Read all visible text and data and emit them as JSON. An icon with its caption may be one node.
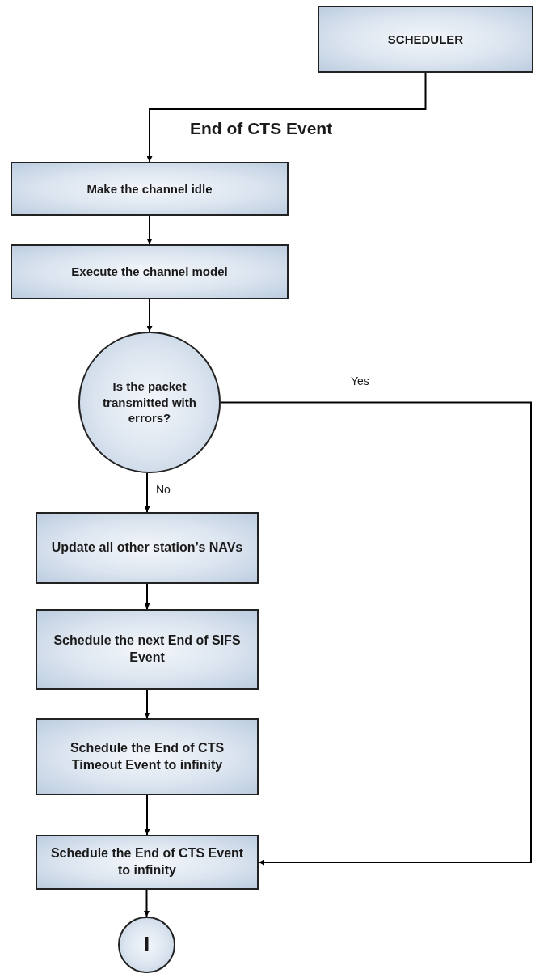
{
  "diagram": {
    "nodes": [
      {
        "text": [
          "SCHEDULER"
        ]
      },
      {
        "text": [
          "Make the channel idle"
        ]
      },
      {
        "text": [
          "Execute the channel model"
        ]
      },
      {
        "text": [
          "Is the packet transmitted with errors?"
        ]
      },
      {
        "text": [
          "Update all other station’s NAVs"
        ]
      },
      {
        "text": [
          "Schedule the next End of SIFS Event"
        ]
      },
      {
        "text": [
          "Schedule the End of CTS Timeout Event to infinity"
        ]
      },
      {
        "text": [
          "Schedule the End of CTS Event to infinity"
        ]
      },
      {
        "text": [
          "I"
        ]
      }
    ],
    "edges": [
      {
        "from": 0,
        "to": 1,
        "arrow": "to",
        "label": "End of CTS Event"
      },
      {
        "from": 1,
        "to": 2,
        "arrow": "to"
      },
      {
        "from": 2,
        "to": 3,
        "arrow": "to"
      },
      {
        "from": 3,
        "to": 4,
        "arrow": "to",
        "label": "No"
      },
      {
        "from": 3,
        "to": 7,
        "arrow": "to",
        "label": "Yes"
      },
      {
        "from": 4,
        "to": 5,
        "arrow": "to"
      },
      {
        "from": 5,
        "to": 6,
        "arrow": "to"
      },
      {
        "from": 6,
        "to": 7,
        "arrow": "to"
      },
      {
        "from": 7,
        "to": 8,
        "arrow": "to"
      }
    ]
  }
}
